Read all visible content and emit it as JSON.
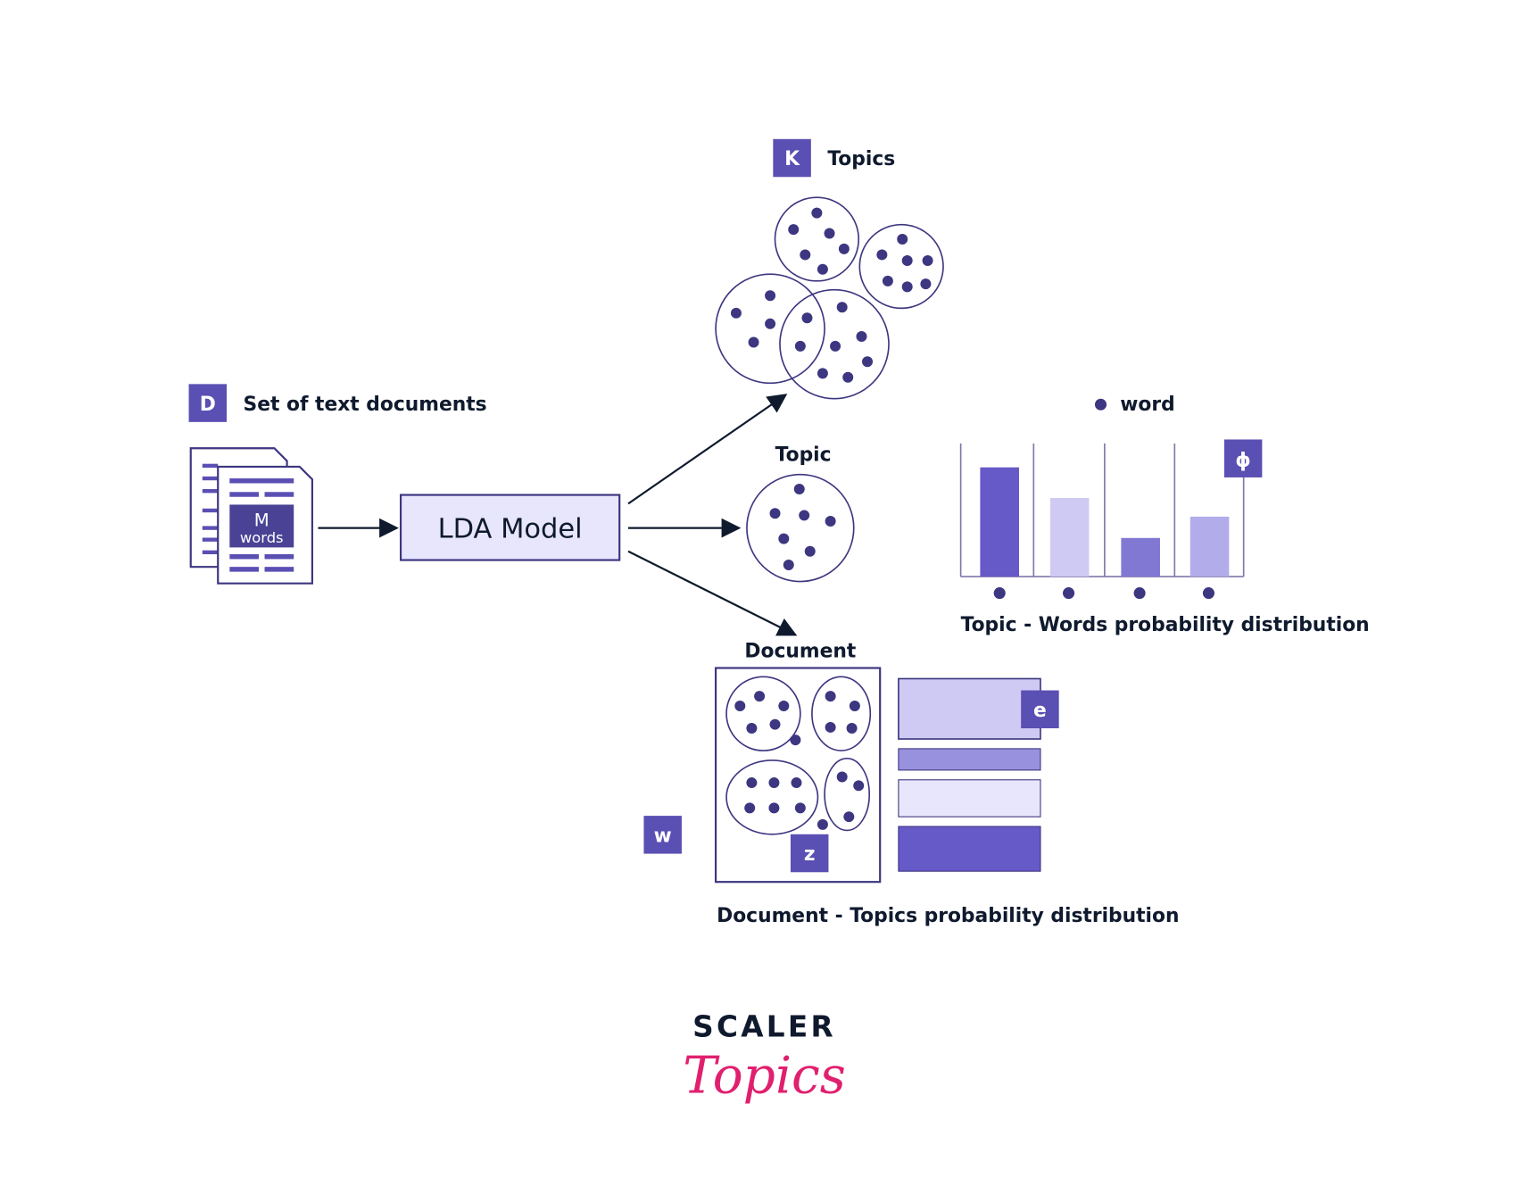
{
  "colors": {
    "accent": "#5a4fb3",
    "dot": "#3d3680",
    "dark_bar": "#6659c8",
    "light_bar": "#cfcaf3",
    "mid_bar": "#8178d4",
    "pale_bar": "#e8e6fc",
    "lilac_bar": "#b3aceb",
    "line": "#3d3680",
    "logo_pink": "#e0206e",
    "logo_dark": "#0f1a2e"
  },
  "documents": {
    "badge": "D",
    "label": "Set of text documents",
    "words_letter": "M",
    "words_label": "words"
  },
  "model": {
    "label": "LDA Model"
  },
  "topics": {
    "badge": "K",
    "label": "Topics"
  },
  "topic": {
    "label": "Topic"
  },
  "document": {
    "label": "Document",
    "badge_w": "w",
    "badge_z": "z",
    "badge_e": "e",
    "caption": "Document - Topics probability distribution"
  },
  "word_chart": {
    "legend": "word",
    "badge": "ϕ",
    "caption": "Topic - Words probability distribution",
    "bar_values": [
      0.82,
      0.59,
      0.29,
      0.45
    ]
  },
  "logo": {
    "line1": "SCALER",
    "line2": "Topics"
  }
}
